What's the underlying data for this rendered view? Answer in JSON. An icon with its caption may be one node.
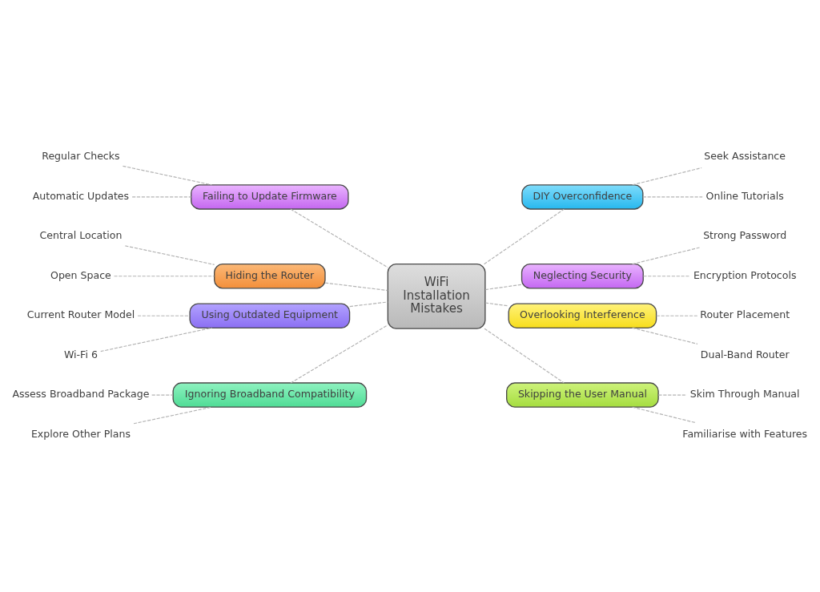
{
  "diagram": {
    "nodes": [
      {
        "text": [
          "WiFi Installation Mistakes"
        ]
      },
      {
        "text": [
          "Failing to Update Firmware"
        ]
      },
      {
        "text": [
          "Regular Checks"
        ]
      },
      {
        "text": [
          "Automatic Updates"
        ]
      },
      {
        "text": [
          "DIY Overconfidence"
        ]
      },
      {
        "text": [
          "Seek Assistance"
        ]
      },
      {
        "text": [
          "Online Tutorials"
        ]
      },
      {
        "text": [
          "Hiding the Router"
        ]
      },
      {
        "text": [
          "Central Location"
        ]
      },
      {
        "text": [
          "Open Space"
        ]
      },
      {
        "text": [
          "Neglecting Security"
        ]
      },
      {
        "text": [
          "Strong Password"
        ]
      },
      {
        "text": [
          "Encryption Protocols"
        ]
      },
      {
        "text": [
          "Using Outdated Equipment"
        ]
      },
      {
        "text": [
          "Current Router Model"
        ]
      },
      {
        "text": [
          "Wi-Fi 6"
        ]
      },
      {
        "text": [
          "Overlooking Interference"
        ]
      },
      {
        "text": [
          "Router Placement"
        ]
      },
      {
        "text": [
          "Dual-Band Router"
        ]
      },
      {
        "text": [
          "Ignoring Broadband Compatibility"
        ]
      },
      {
        "text": [
          "Assess Broadband Package"
        ]
      },
      {
        "text": [
          "Explore Other Plans"
        ]
      },
      {
        "text": [
          "Skipping the User Manual"
        ]
      },
      {
        "text": [
          "Skim Through Manual"
        ]
      },
      {
        "text": [
          "Familiarise with Features"
        ]
      }
    ],
    "edges": [
      {
        "from": 1,
        "to": 0,
        "arrow": "none"
      },
      {
        "from": 2,
        "to": 1,
        "arrow": "none"
      },
      {
        "from": 3,
        "to": 1,
        "arrow": "none"
      },
      {
        "from": 0,
        "to": 4,
        "arrow": "none"
      },
      {
        "from": 4,
        "to": 5,
        "arrow": "none"
      },
      {
        "from": 4,
        "to": 6,
        "arrow": "none"
      },
      {
        "from": 7,
        "to": 0,
        "arrow": "none"
      },
      {
        "from": 8,
        "to": 7,
        "arrow": "none"
      },
      {
        "from": 9,
        "to": 7,
        "arrow": "none"
      },
      {
        "from": 0,
        "to": 10,
        "arrow": "none"
      },
      {
        "from": 10,
        "to": 11,
        "arrow": "none"
      },
      {
        "from": 10,
        "to": 12,
        "arrow": "none"
      },
      {
        "from": 13,
        "to": 0,
        "arrow": "none"
      },
      {
        "from": 14,
        "to": 13,
        "arrow": "none"
      },
      {
        "from": 15,
        "to": 13,
        "arrow": "none"
      },
      {
        "from": 0,
        "to": 16,
        "arrow": "none"
      },
      {
        "from": 16,
        "to": 17,
        "arrow": "none"
      },
      {
        "from": 16,
        "to": 18,
        "arrow": "none"
      },
      {
        "from": 19,
        "to": 0,
        "arrow": "none"
      },
      {
        "from": 20,
        "to": 19,
        "arrow": "none"
      },
      {
        "from": 21,
        "to": 19,
        "arrow": "none"
      },
      {
        "from": 0,
        "to": 22,
        "arrow": "none"
      },
      {
        "from": 22,
        "to": 23,
        "arrow": "none"
      },
      {
        "from": 22,
        "to": 24,
        "arrow": "none"
      }
    ]
  }
}
